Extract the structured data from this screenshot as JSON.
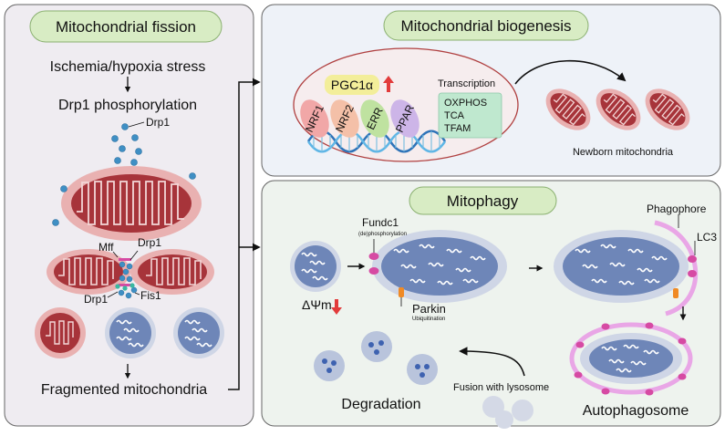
{
  "colors": {
    "panel_fill_left": "#efecf1",
    "panel_fill_top": "#eef2f8",
    "panel_fill_bottom": "#eef3ee",
    "pill_fill": "#d8ecc4",
    "mito_outer": "#e9b1b1",
    "mito_inner": "#a7343a",
    "mito_blue_outer": "#cfd6e6",
    "mito_blue_inner": "#6e86b8",
    "drp1_dot": "#3f8fc4",
    "fundc1": "#d64aa3",
    "parkin": "#f08a24",
    "red_arrow": "#e23b3b",
    "phagophore": "#e9a6e6",
    "lysosome": "#b9c4dc",
    "lysosome_dot": "#3e62b0",
    "nrf1": "#f1a7a7",
    "nrf2": "#f4c0a8",
    "err": "#bfe2a0",
    "ppar": "#cdb5e8",
    "pgc1a": "#f3ee9a",
    "transcription_box": "#bfe8cf"
  },
  "fission": {
    "title": "Mitochondrial fission",
    "stress": "Ischemia/hypoxia stress",
    "drp1_phos": "Drp1 phosphorylation",
    "drp1_label": "Drp1",
    "mff_label": "Mff",
    "drp1_label2": "Drp1",
    "drp1_label3": "Drp1",
    "fis1_label": "Fis1",
    "fragmented": "Fragmented mitochondria"
  },
  "biogenesis": {
    "title": "Mitochondrial biogenesis",
    "pgc1a": "PGC1α",
    "factors": [
      "NRF1",
      "NRF2",
      "ERR",
      "PPAR"
    ],
    "transcription_label": "Transcription",
    "transcription_items": [
      "OXPHOS",
      "TCA",
      "TFAM"
    ],
    "newborn": "Newborn mitochondria"
  },
  "mitophagy": {
    "title": "Mitophagy",
    "fundc1": "Fundc1",
    "fundc1_sub": "(de)phosphorylation",
    "parkin": "Parkin",
    "parkin_sub": "Ubiquitination",
    "delta_psi": "ΔΨm",
    "phagophore": "Phagophore",
    "lc3": "LC3",
    "autophagosome": "Autophagosome",
    "fusion": "Fusion with lysosome",
    "degradation": "Degradation"
  }
}
